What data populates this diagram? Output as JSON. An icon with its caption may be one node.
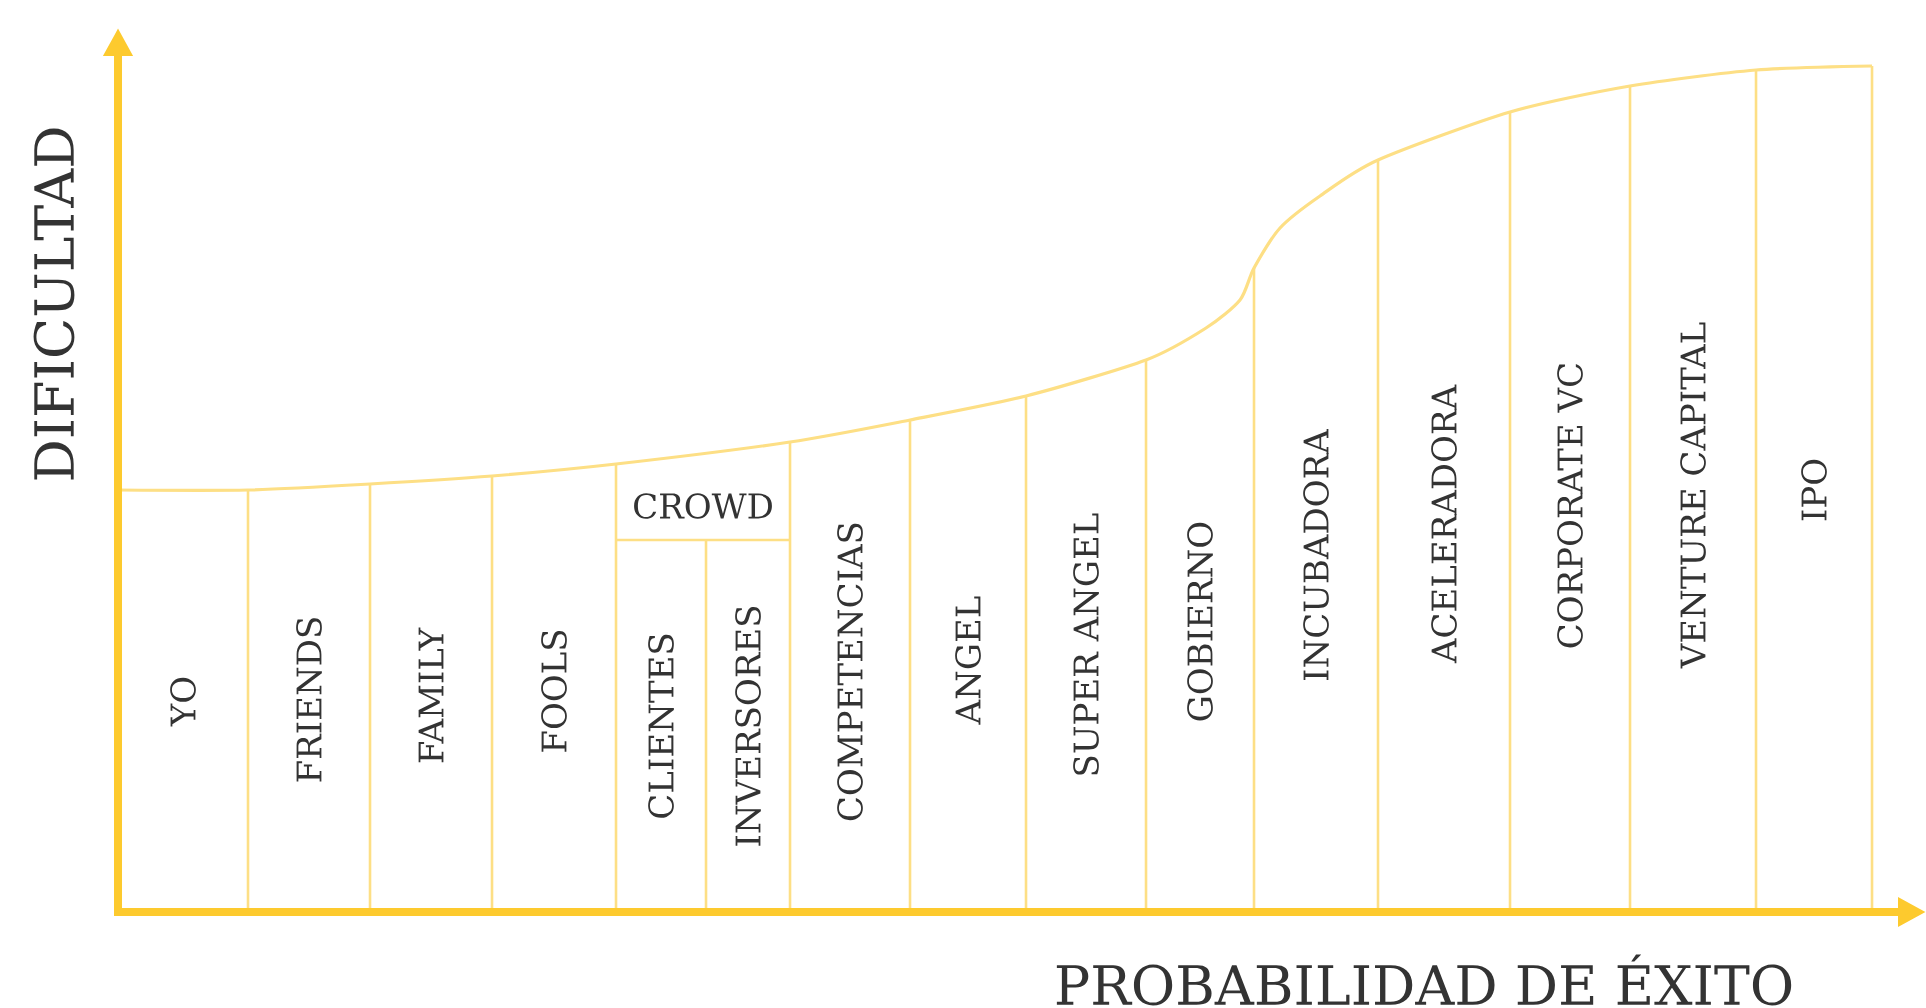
{
  "diagram": {
    "nodes": [
      {
        "text": [
          "YO"
        ]
      },
      {
        "text": [
          "FRIENDS"
        ]
      },
      {
        "text": [
          "FAMILY"
        ]
      },
      {
        "text": [
          "FOOLS"
        ]
      },
      {
        "text": [
          "CROWD"
        ]
      },
      {
        "text": [
          "CLIENTES"
        ]
      },
      {
        "text": [
          "INVERSORES"
        ]
      },
      {
        "text": [
          "COMPETENCIAS"
        ]
      },
      {
        "text": [
          "ANGEL"
        ]
      },
      {
        "text": [
          "SUPER ANGEL"
        ]
      },
      {
        "text": [
          "GOBIERNO"
        ]
      },
      {
        "text": [
          "INCUBADORA"
        ]
      },
      {
        "text": [
          "ACELERADORA"
        ]
      },
      {
        "text": [
          "CORPORATE VC"
        ]
      },
      {
        "text": [
          "VENTURE CAPITAL"
        ]
      },
      {
        "text": [
          "IPO"
        ]
      }
    ],
    "labels": [
      "DIFICULTAD",
      "PROBABILIDAD DE ÉXITO"
    ]
  }
}
